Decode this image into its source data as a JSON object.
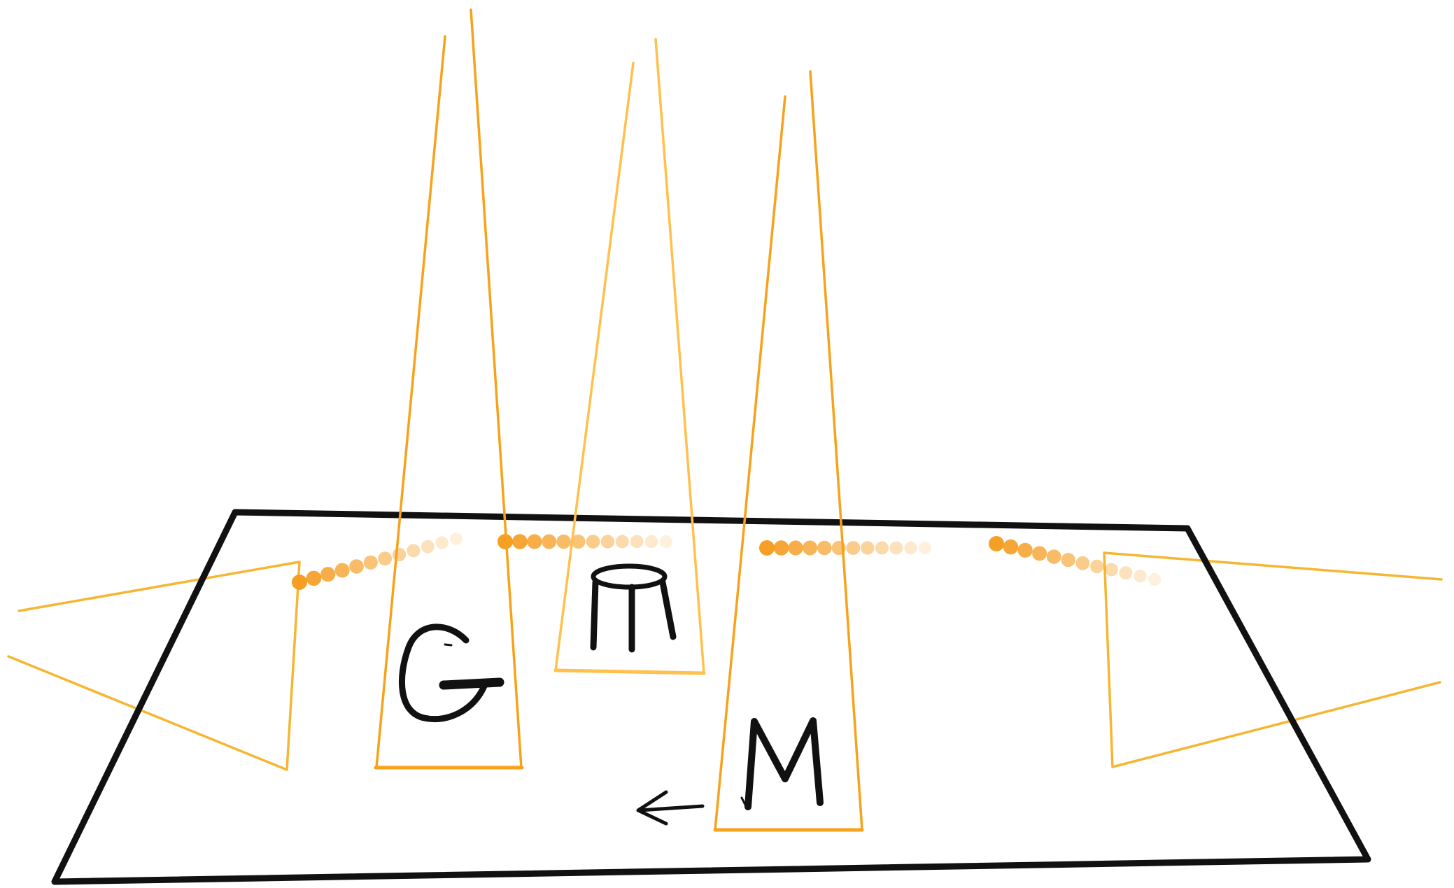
{
  "diagram": {
    "colors": {
      "ink": "#111111",
      "beam": "#f7a21b",
      "beam_light": "#ffc04d",
      "side_beam": "#f6b632",
      "dot": "#f59a1a",
      "background": "#ffffff"
    },
    "labels": {
      "left_marker": "G",
      "right_marker": "M"
    },
    "icons": [
      "stool-icon",
      "arrow-left-icon"
    ],
    "light_sources": 5
  }
}
